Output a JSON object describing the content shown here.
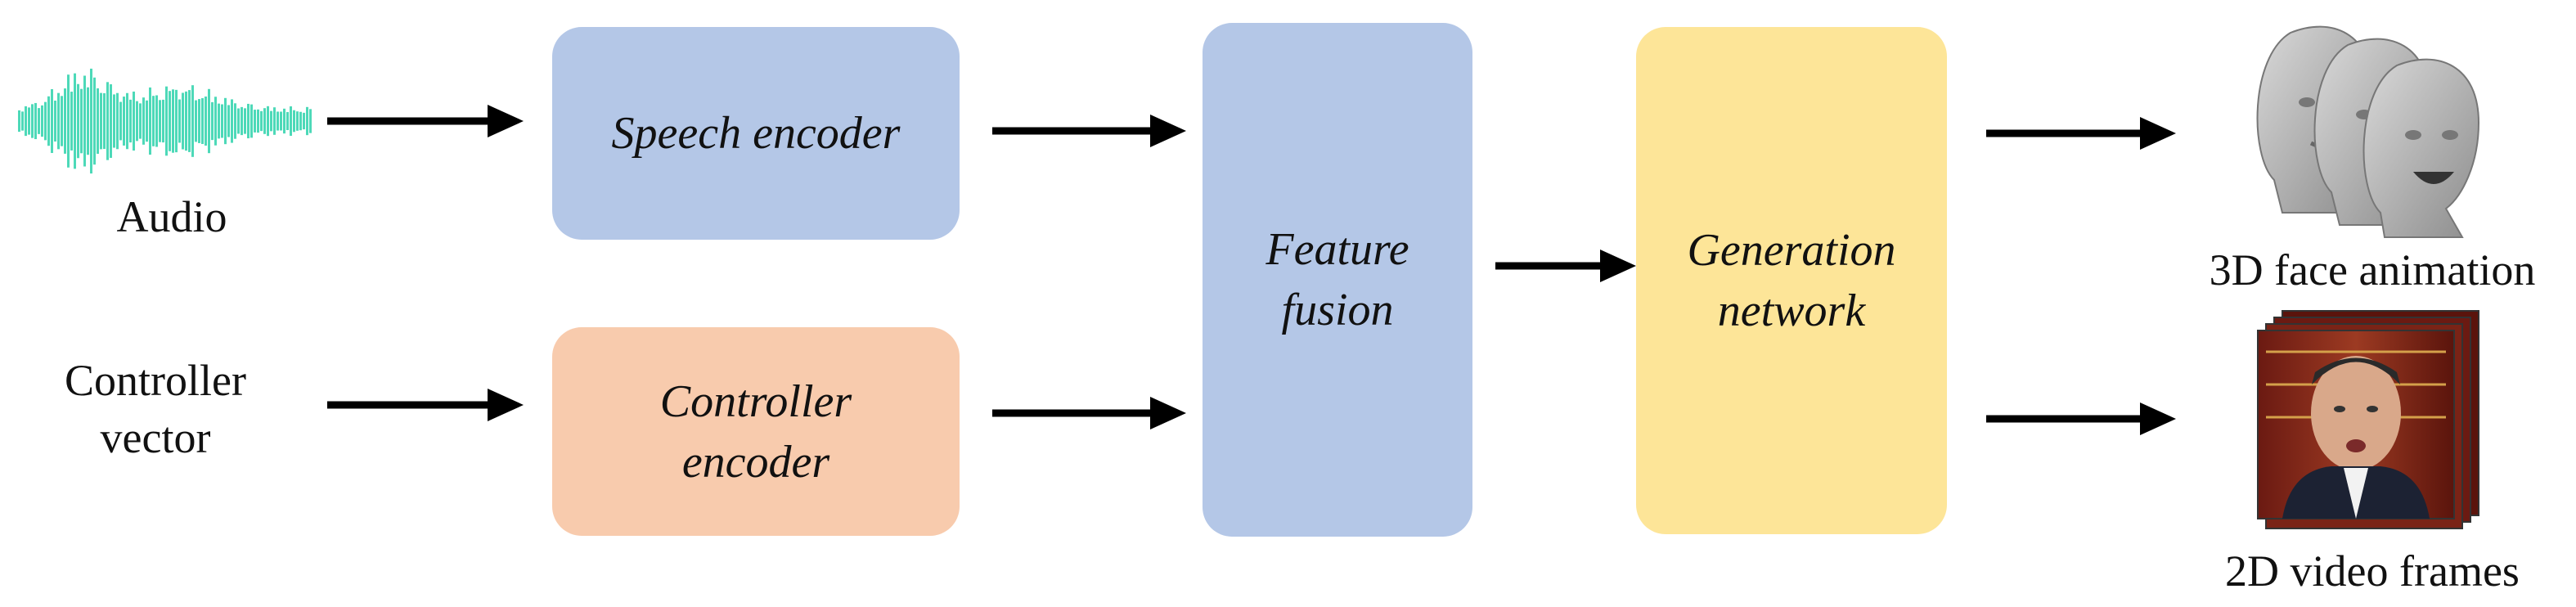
{
  "inputs": {
    "audio_label": "Audio",
    "controller_line1": "Controller",
    "controller_line2": "vector"
  },
  "blocks": {
    "speech_encoder": {
      "label": "Speech encoder",
      "color": "#b4c7e7"
    },
    "controller_encoder": {
      "line1": "Controller",
      "line2": "encoder",
      "color": "#f8cbad"
    },
    "feature_fusion": {
      "line1": "Feature",
      "line2": "fusion",
      "color": "#b4c7e7"
    },
    "generation_network": {
      "line1": "Generation",
      "line2": "network",
      "color": "#fde598"
    }
  },
  "outputs": {
    "face_animation_label": "3D face animation",
    "video_frames_label": "2D video frames"
  },
  "colors": {
    "waveform": "#4dd9b8",
    "arrow": "#000000"
  }
}
